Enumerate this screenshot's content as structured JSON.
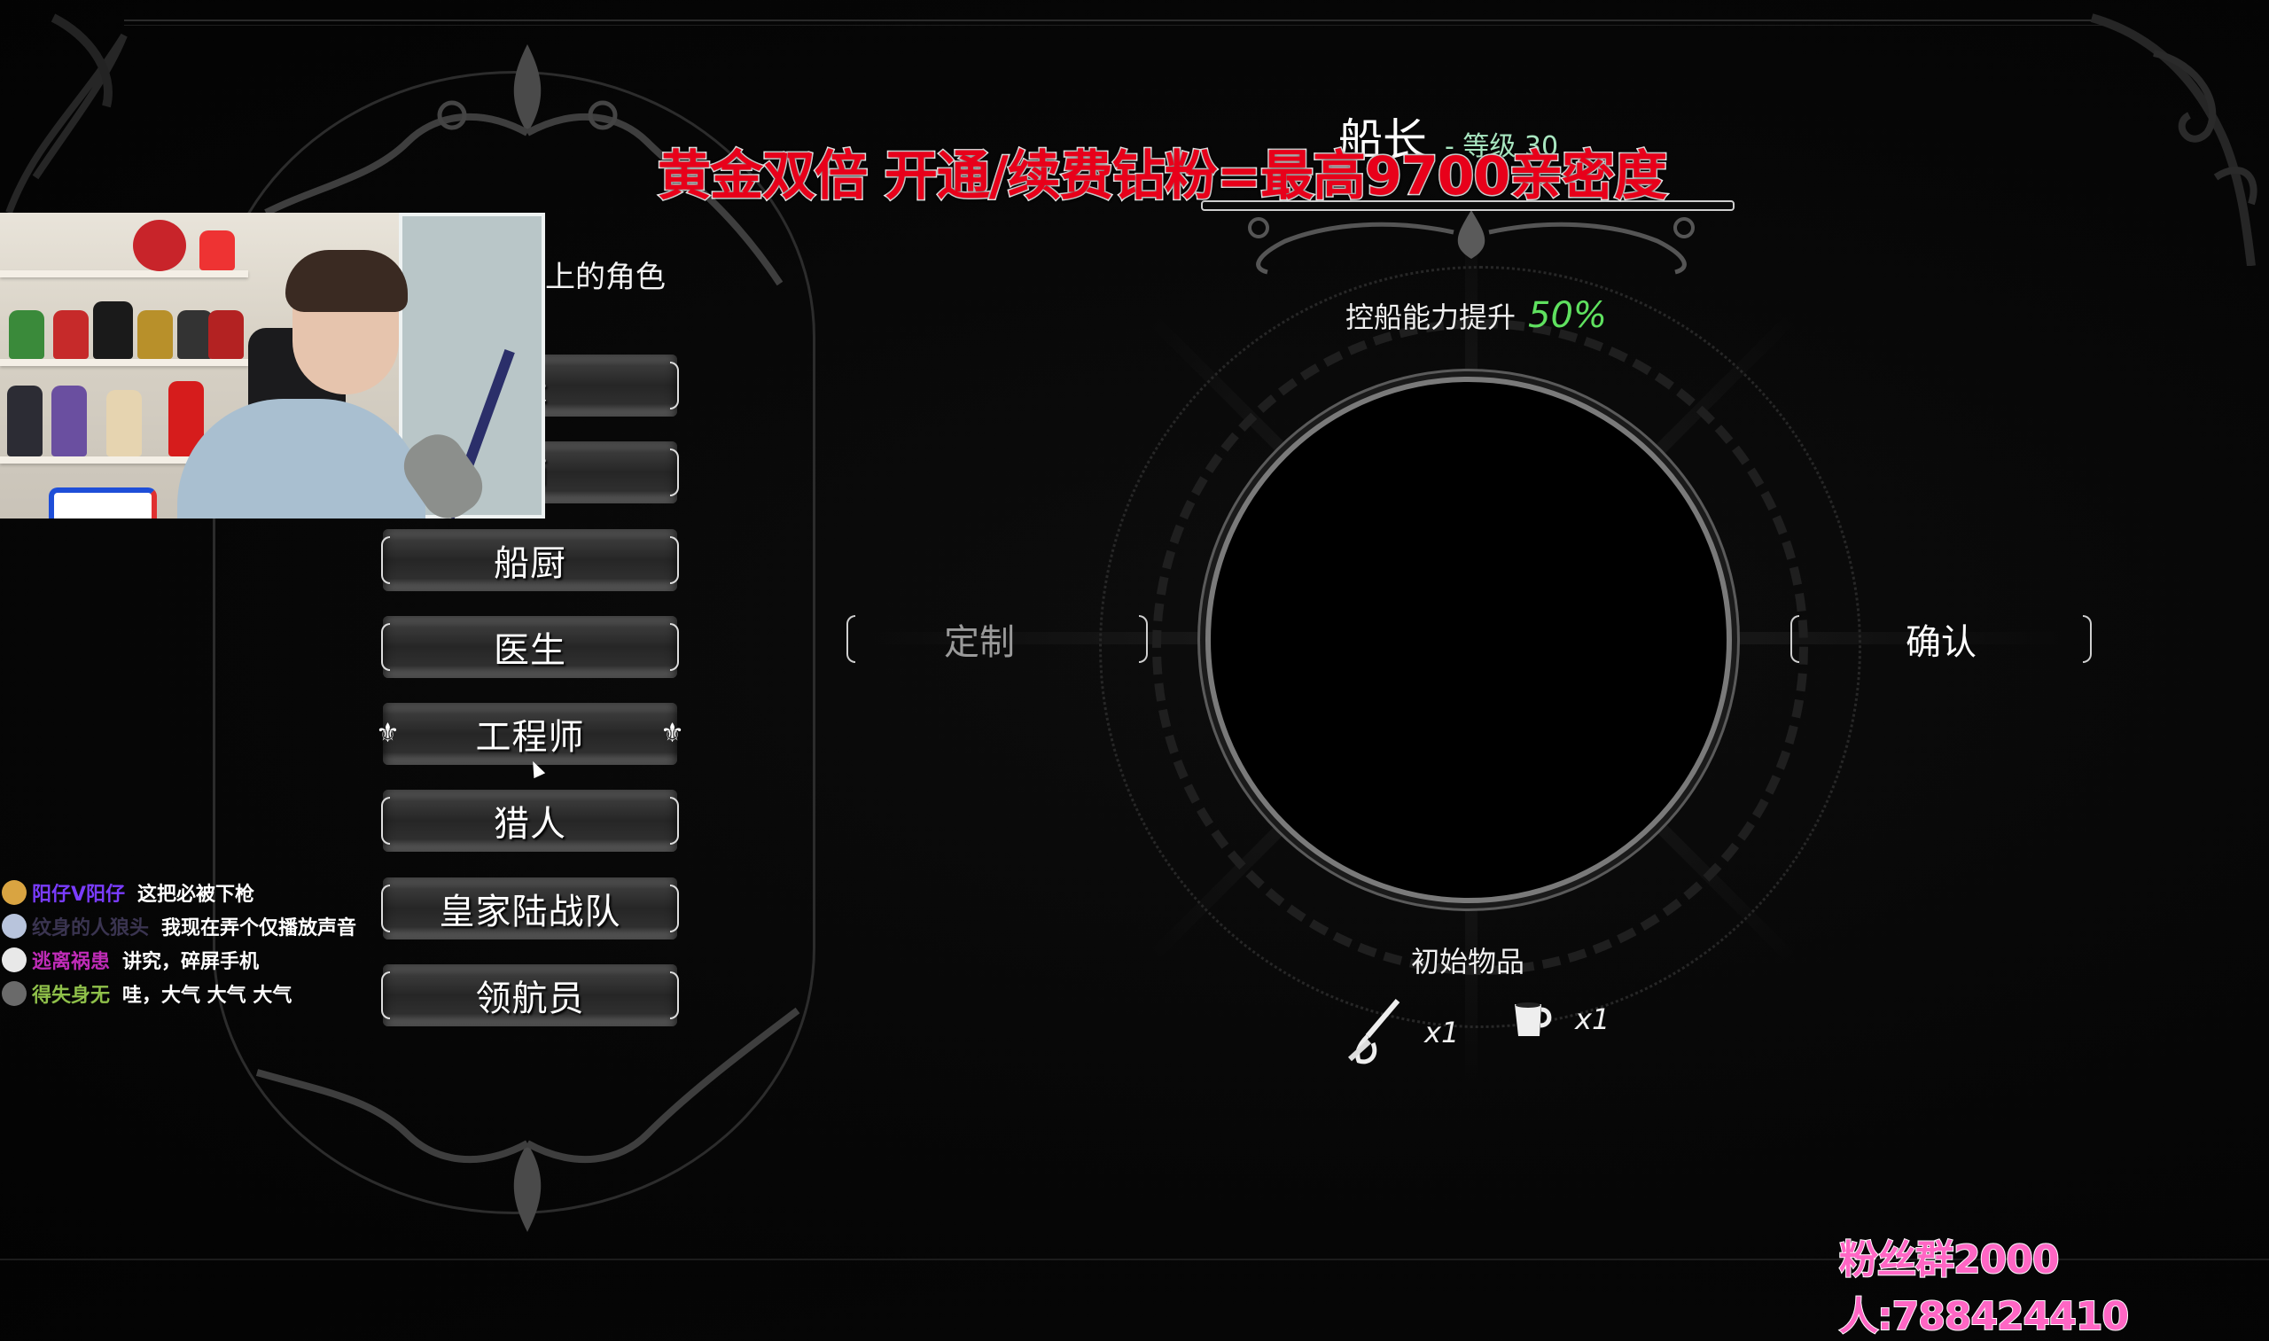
{
  "promo_banner": "黄金双倍 开通/续费钻粉=最高9700亲密度",
  "fan_group": "粉丝群2000人:788424410",
  "left_panel": {
    "hint_text": "上的角色",
    "roles": [
      {
        "label": "船长",
        "visible_label": "长",
        "selected": false,
        "partially_hidden": true
      },
      {
        "label": "师",
        "visible_label": "师",
        "selected": false,
        "partially_hidden": true
      },
      {
        "label": "船厨",
        "visible_label": "船厨",
        "selected": false
      },
      {
        "label": "医生",
        "visible_label": "医生",
        "selected": false
      },
      {
        "label": "工程师",
        "visible_label": "工程师",
        "selected": true
      },
      {
        "label": "猎人",
        "visible_label": "猎人",
        "selected": false
      },
      {
        "label": "皇家陆战队",
        "visible_label": "皇家陆战队",
        "selected": false
      },
      {
        "label": "领航员",
        "visible_label": "领航员",
        "selected": false
      }
    ]
  },
  "character": {
    "title": "船长",
    "level_text": "- 等级 30",
    "ability_label": "控船能力提升",
    "ability_value": "50%",
    "ability_color": "#5fe15f",
    "level_color": "#a8e6c0"
  },
  "actions": {
    "customize_label": "定制",
    "confirm_label": "确认"
  },
  "starting_items": {
    "title": "初始物品",
    "items": [
      {
        "icon": "sword-icon",
        "qty": "x1"
      },
      {
        "icon": "mug-icon",
        "qty": "x1"
      }
    ]
  },
  "chat": [
    {
      "user": "阳仔V阳仔",
      "message": "这把必被下枪",
      "name_color": "#7a3cff",
      "avatar_color": "#d9a441"
    },
    {
      "user": "纹身的人狼头",
      "message": "我现在弄个仅播放声音",
      "name_color": "#3a3450",
      "avatar_color": "#b8c4dc"
    },
    {
      "user": "逃离祸患",
      "message": "讲究，碎屏手机",
      "name_color": "#c02cb8",
      "avatar_color": "#e8e8e8"
    },
    {
      "user": "得失身无",
      "message": "哇，大气 大气 大气",
      "name_color": "#8fc04a",
      "avatar_color": "#6a6a6a"
    }
  ],
  "colors": {
    "promo_red": "#e8001a",
    "fan_pink": "#ff66c4",
    "background": "#050505"
  }
}
